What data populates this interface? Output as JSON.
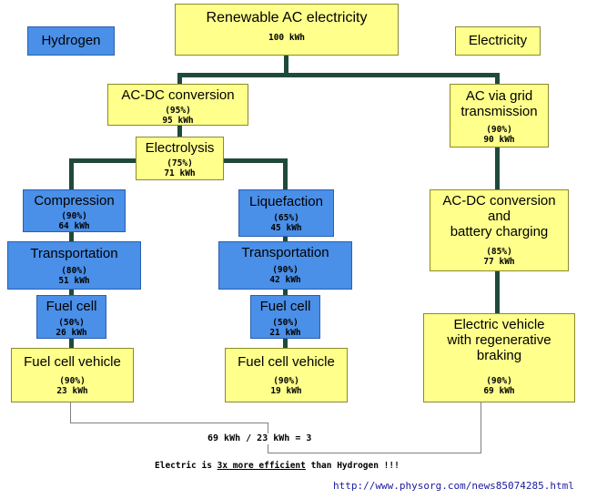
{
  "legend": {
    "hydrogen": "Hydrogen",
    "electricity": "Electricity"
  },
  "colors": {
    "hydrogen_box": "#4a8fe8",
    "electric_box": "#ffff8c",
    "connector": "#1f4a3a"
  },
  "nodes": {
    "source": {
      "title": "Renewable AC electricity",
      "value": "100 kWh"
    },
    "acdc_h": {
      "title": "AC-DC conversion",
      "pct": "(95%)",
      "value": "95 kWh"
    },
    "electrolysis": {
      "title": "Electrolysis",
      "pct": "(75%)",
      "value": "71 kWh"
    },
    "compression": {
      "title": "Compression",
      "pct": "(90%)",
      "value": "64 kWh"
    },
    "transport_c": {
      "title": "Transportation",
      "pct": "(80%)",
      "value": "51 kWh"
    },
    "fuelcell_c": {
      "title": "Fuel cell",
      "pct": "(50%)",
      "value": "26 kWh"
    },
    "fcv_c": {
      "title": "Fuel cell vehicle",
      "pct": "(90%)",
      "value": "23 kWh"
    },
    "liquefaction": {
      "title": "Liquefaction",
      "pct": "(65%)",
      "value": "45 kWh"
    },
    "transport_l": {
      "title": "Transportation",
      "pct": "(90%)",
      "value": "42 kWh"
    },
    "fuelcell_l": {
      "title": "Fuel cell",
      "pct": "(50%)",
      "value": "21 kWh"
    },
    "fcv_l": {
      "title": "Fuel cell vehicle",
      "pct": "(90%)",
      "value": "19 kWh"
    },
    "grid": {
      "title_line1": "AC via grid",
      "title_line2": "transmission",
      "pct": "(90%)",
      "value": "90 kWh"
    },
    "acdc_e": {
      "title_line1": "AC-DC conversion",
      "title_line2": "and",
      "title_line3": "battery charging",
      "pct": "(85%)",
      "value": "77 kWh"
    },
    "ev": {
      "title_line1": "Electric vehicle",
      "title_line2": "with regenerative",
      "title_line3": "braking",
      "pct": "(90%)",
      "value": "69 kWh"
    }
  },
  "comparison": "69 kWh / 23 kWh = 3",
  "conclusion": {
    "prefix": "Electric is ",
    "highlight": "3x more efficient",
    "suffix": " than Hydrogen !!!"
  },
  "source_url": "http://www.physorg.com/news85074285.html"
}
